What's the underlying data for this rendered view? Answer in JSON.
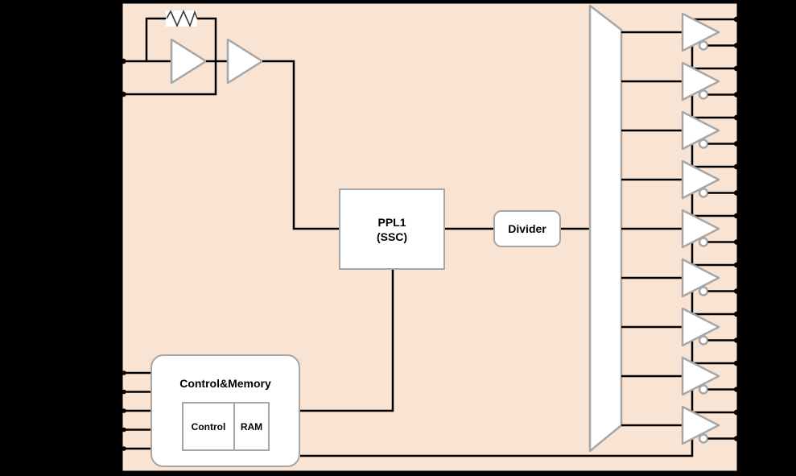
{
  "diagram": {
    "colors": {
      "background": "#000000",
      "chip_fill": "#F9E3D2",
      "wire": "#000000",
      "symbol_border": "#A6A6A6",
      "symbol_fill": "#FFFFFF"
    },
    "blocks": {
      "pll": {
        "label_line1": "PPL1",
        "label_line2": "(SSC)"
      },
      "divider": {
        "label": "Divider"
      },
      "control_memory": {
        "title": "Control&Memory",
        "control": "Control",
        "ram": "RAM"
      }
    },
    "crystal_osc": {
      "input_pin_count": 2,
      "has_feedback_resistor": true,
      "amplifier_count": 2
    },
    "control_inputs": {
      "count": 5
    },
    "output_buffers": {
      "count": 9,
      "outputs_per_buffer": 2
    }
  }
}
